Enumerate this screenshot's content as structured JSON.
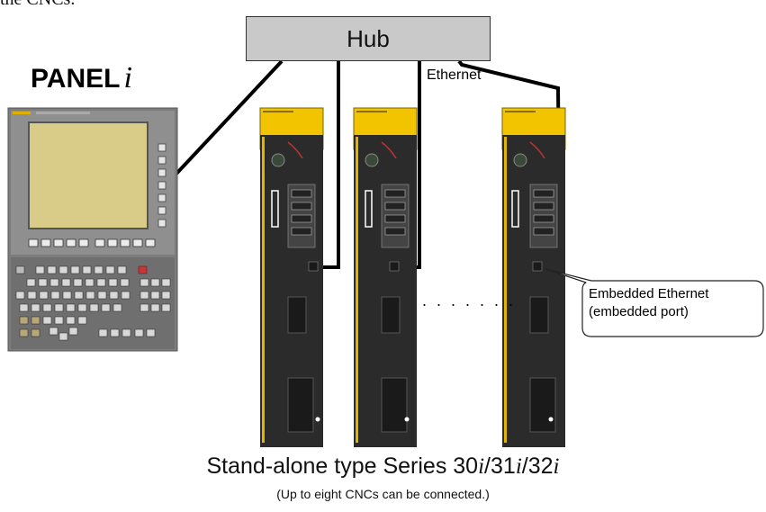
{
  "top_text": "the CNCs.",
  "hub": {
    "label": "Hub"
  },
  "panel": {
    "name": "PANEL",
    "suffix": "i"
  },
  "ethernet_label": "Ethernet",
  "ellipsis": ". . . . . . .",
  "callout": {
    "line1": "Embedded Ethernet",
    "line2": "(embedded port)"
  },
  "caption": {
    "prefix": "Stand-alone type Series 30",
    "i1": "i",
    "sep1": "/31",
    "i2": "i",
    "sep2": "/32",
    "i3": "i"
  },
  "caption_note": "(Up to eight CNCs can be connected.)",
  "colors": {
    "hub_fill": "#c9c9c9",
    "unit_yellow": "#f2c400",
    "unit_body": "#2b2b2b",
    "panel_bezel": "#8a8a8a",
    "screen_yellow": "#d9c97a"
  }
}
